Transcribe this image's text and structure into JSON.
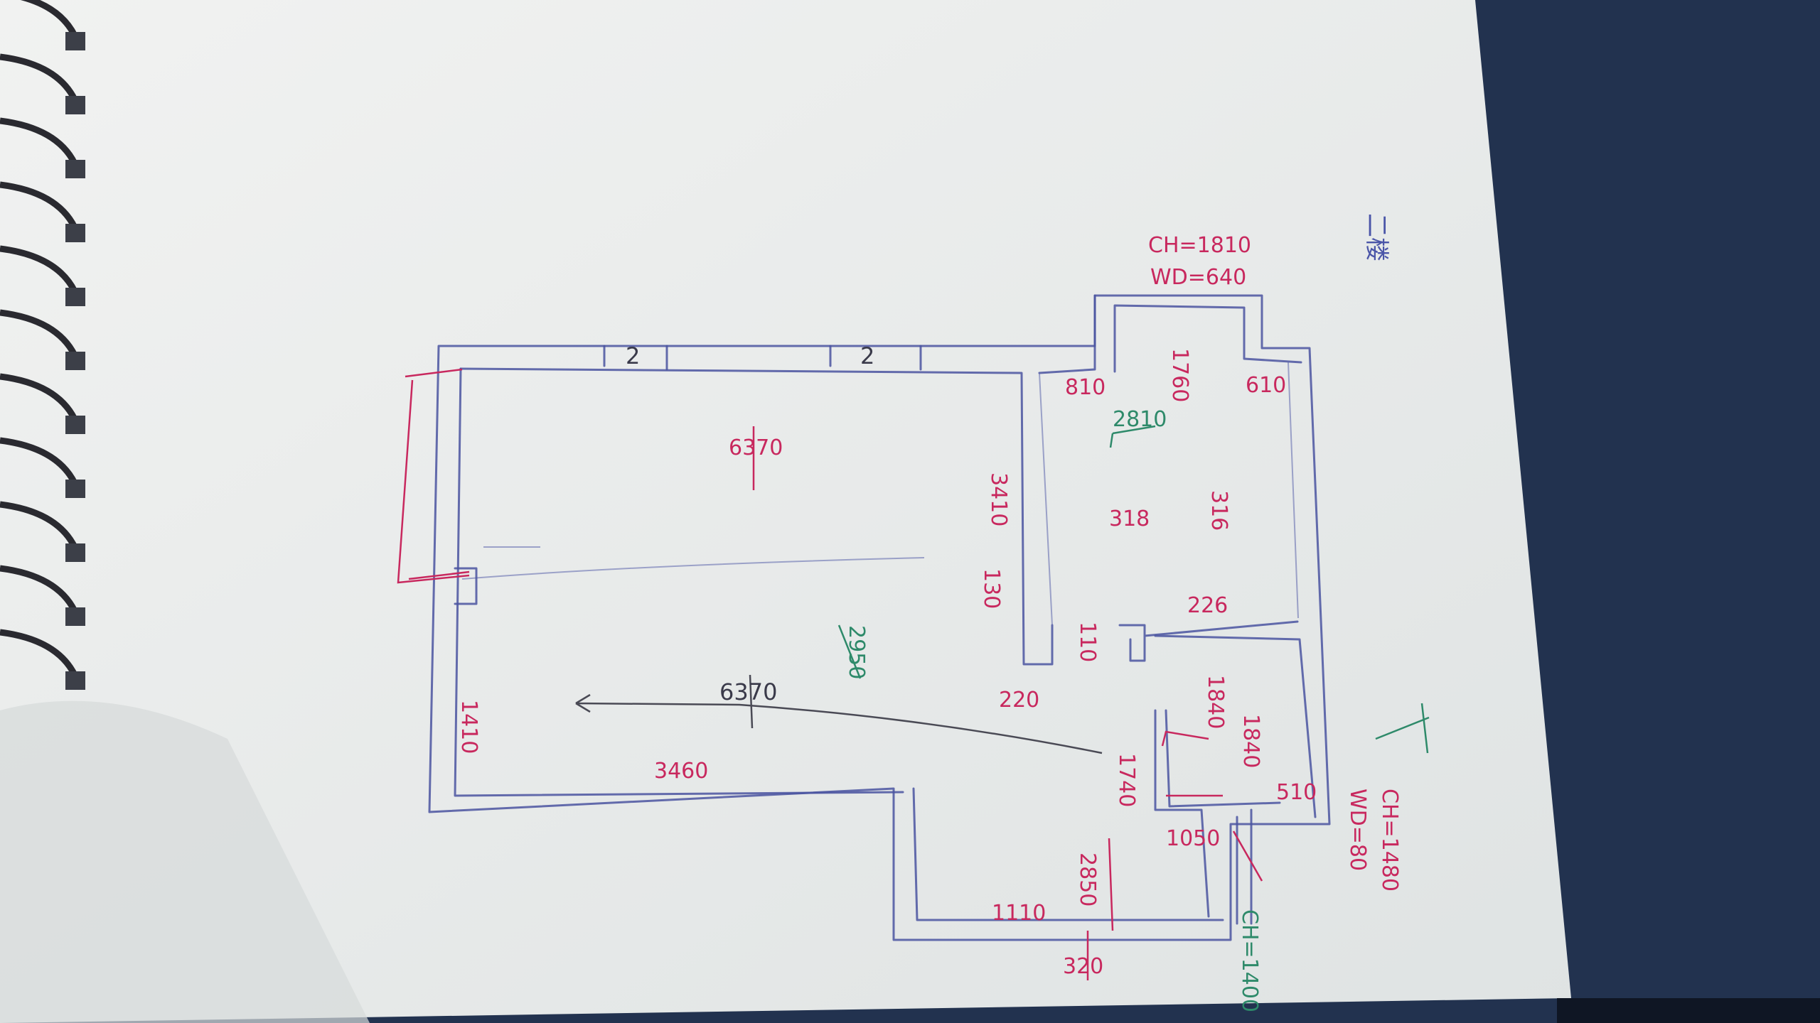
{
  "sketch": {
    "title_note": "二楼",
    "labels": [
      "CH=1810",
      "WD=640",
      "1760",
      "810",
      "610",
      "2810",
      "318",
      "316",
      "3410",
      "226",
      "6370",
      "6370",
      "2950",
      "3460",
      "1410",
      "130",
      "220",
      "110",
      "1840",
      "1840",
      "1740",
      "1050",
      "2850",
      "1110",
      "320",
      "CH=1400",
      "510",
      "WD=80",
      "CH=1480",
      "2",
      "2"
    ]
  },
  "colors": {
    "paper": "#eceeee",
    "fabric": "#22324f",
    "ink_blue": "#4a53a0",
    "ink_red": "#c8285e",
    "ink_green": "#2e8a6a"
  }
}
